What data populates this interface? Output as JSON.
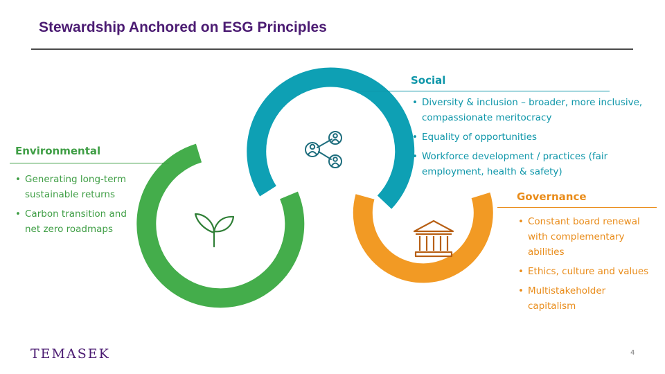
{
  "title": "Stewardship Anchored on ESG Principles",
  "colors": {
    "title": "#4b1b72",
    "environmental": "#44ad4b",
    "social": "#0ea0b4",
    "governance": "#f29a24",
    "rule": "#4a4a4a"
  },
  "sections": {
    "environmental": {
      "heading": "Environmental",
      "icon": "sprout-icon",
      "bullets": [
        "Generating long-term sustainable returns",
        "Carbon transition and net zero roadmaps"
      ]
    },
    "social": {
      "heading": "Social",
      "icon": "people-network-icon",
      "bullets": [
        "Diversity & inclusion – broader, more inclusive, compassionate meritocracy",
        "Equality of opportunities",
        "Workforce development / practices (fair employment, health & safety)"
      ]
    },
    "governance": {
      "heading": "Governance",
      "icon": "institution-building-icon",
      "bullets": [
        "Constant board renewal with complementary abilities",
        "Ethics, culture and values",
        "Multistakeholder capitalism"
      ]
    }
  },
  "footer": {
    "logo": "TEMASEK",
    "page_number": "4"
  }
}
